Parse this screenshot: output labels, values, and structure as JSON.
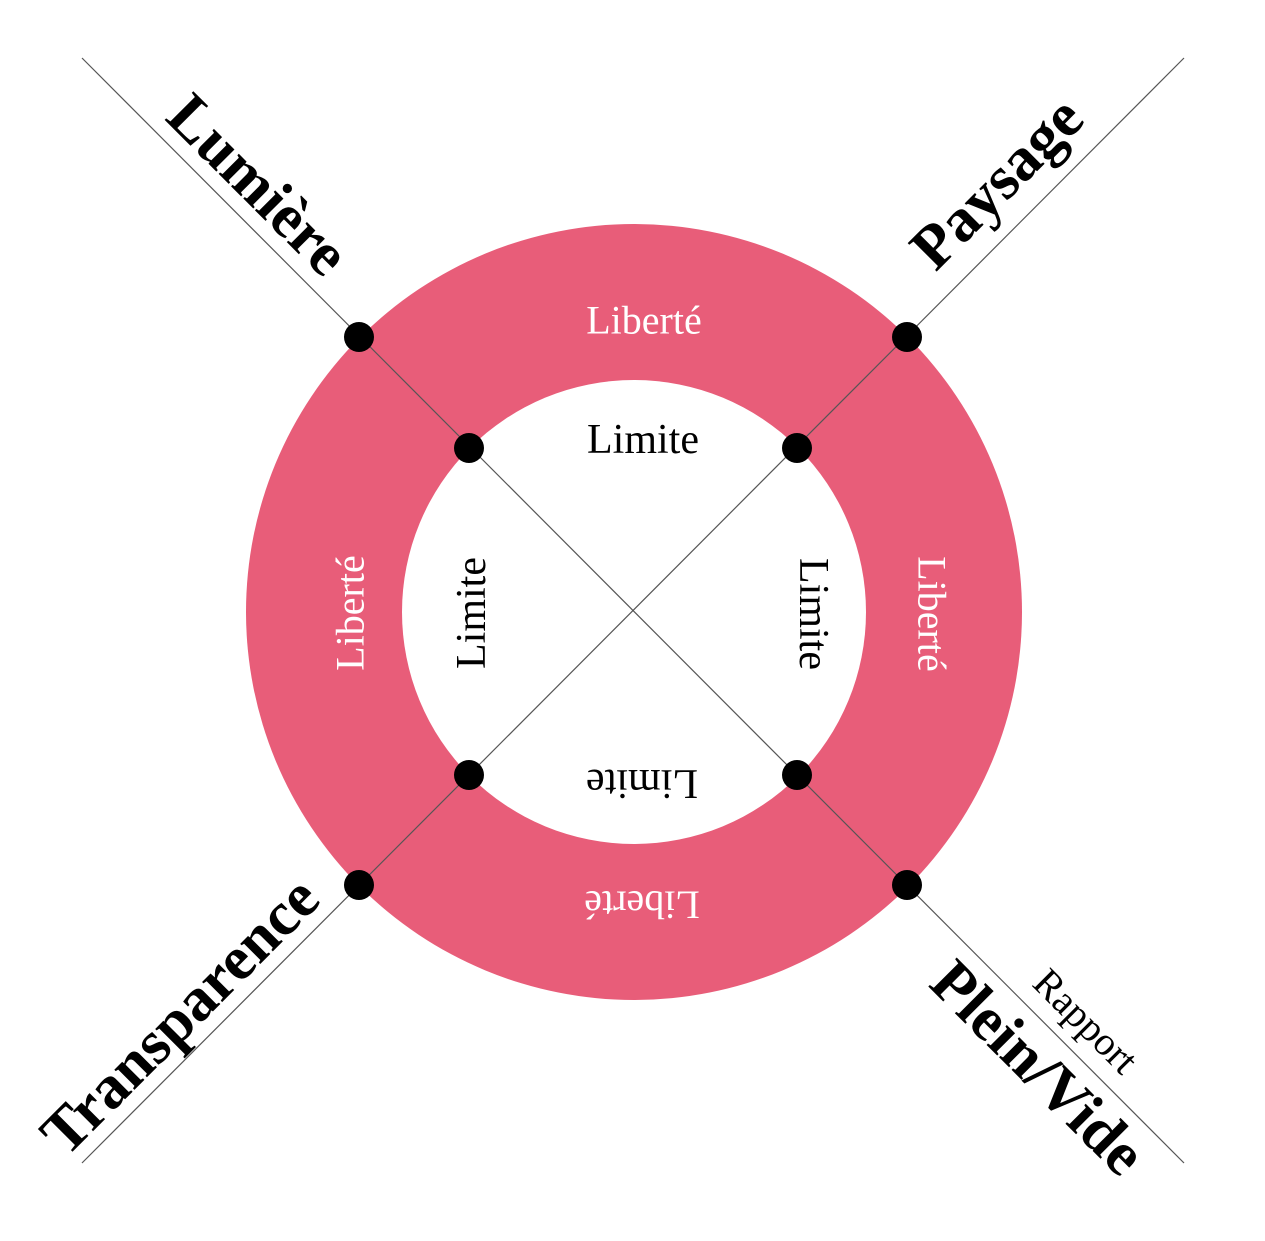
{
  "colors": {
    "ring": "#e85d79",
    "inner": "#ffffff",
    "line": "#555555",
    "dot": "#000000",
    "ring_text": "#ffffff",
    "text": "#000000"
  },
  "ring_labels": {
    "top": "Liberté",
    "right": "Liberté",
    "bottom": "Liberté",
    "left": "Liberté"
  },
  "inner_labels": {
    "top": "Limite",
    "right": "Limite",
    "bottom": "Limite",
    "left": "Limite"
  },
  "axis_labels": {
    "top_left": "Lumière",
    "top_right": "Paysage",
    "bottom_left": "Transparence",
    "bottom_right": "Plein/Vide",
    "bottom_right_small": "Rapport"
  }
}
